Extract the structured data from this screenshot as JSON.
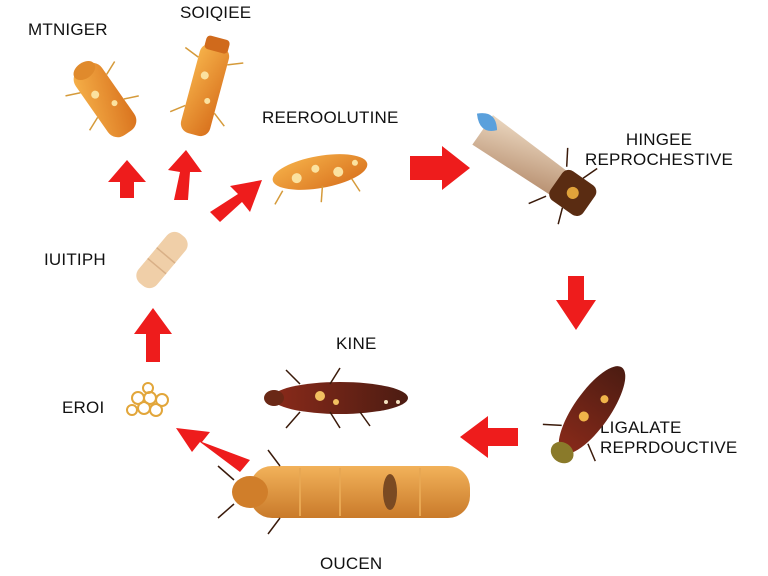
{
  "labels": {
    "worker": "MTNIGER",
    "soldier": "SOIQIEE",
    "reproductive": "REEROOLUTINE",
    "winged_line1": "HINGEE",
    "winged_line2": "REPROCHESTIVE",
    "nymph": "IUITIPH",
    "egg": "EROI",
    "king": "KINE",
    "supplementary_line1": "LIGALATE",
    "supplementary_line2": "REPRDOUCTIVE",
    "queen": "OUCEN"
  },
  "colors": {
    "arrow": "#ee1c1c",
    "text": "#111111",
    "background": "#ffffff"
  },
  "icons": [
    "worker-termite-icon",
    "soldier-termite-icon",
    "reproductive-larva-icon",
    "winged-reproductive-icon",
    "nymph-icon",
    "egg-cluster-icon",
    "king-termite-icon",
    "supplementary-reproductive-icon",
    "queen-termite-icon"
  ]
}
